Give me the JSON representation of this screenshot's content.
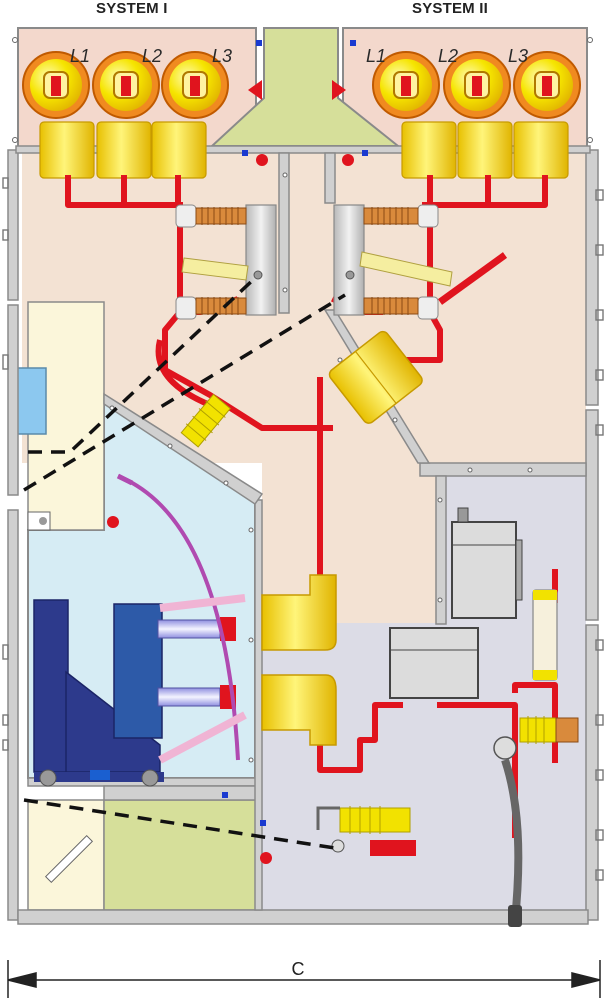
{
  "headers": {
    "system_left": "SYSTEM I",
    "system_right": "SYSTEM II"
  },
  "phases_left": [
    "L1",
    "L2",
    "L3"
  ],
  "phases_right": [
    "L1",
    "L2",
    "L3"
  ],
  "dimension_label": "C",
  "colors": {
    "conductor": "#e0141e",
    "busbar_compartment": "#f3d8cc",
    "switch_compartment": "#f3e2d3",
    "breaker_compartment": "#d6ecf4",
    "cable_compartment": "#dcdce6",
    "low_voltage_compartment": "#fbf6da",
    "duct": "#d6df9a",
    "insulator_yellow": "#f2e200",
    "insulator_orange": "#d98a3c",
    "breaker_blue": "#2d3a8c",
    "frame_grey": "#c7c7c7"
  }
}
